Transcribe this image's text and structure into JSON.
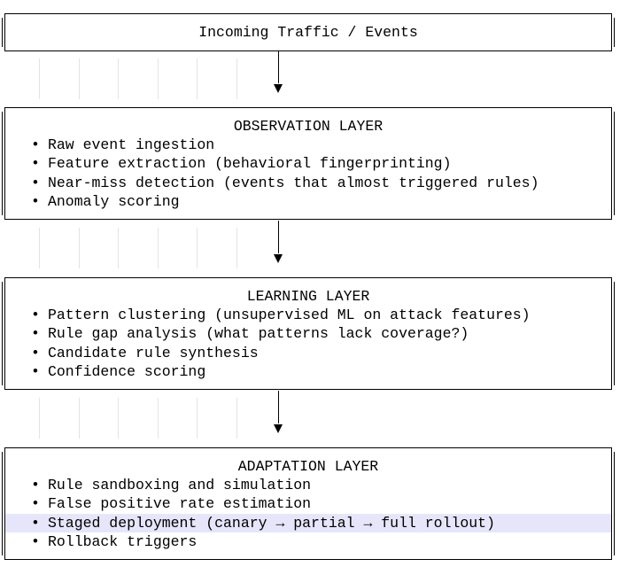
{
  "top": {
    "title": "Incoming Traffic / Events"
  },
  "layers": [
    {
      "title": "OBSERVATION LAYER",
      "items": [
        "Raw event ingestion",
        "Feature extraction (behavioral fingerprinting)",
        "Near-miss detection (events that almost triggered rules)",
        "Anomaly scoring"
      ]
    },
    {
      "title": "LEARNING LAYER",
      "items": [
        "Pattern clustering (unsupervised ML on attack features)",
        "Rule gap analysis (what patterns lack coverage?)",
        "Candidate rule synthesis",
        "Confidence scoring"
      ]
    },
    {
      "title": "ADAPTATION LAYER",
      "items": [
        "Rule sandboxing and simulation",
        "False positive rate estimation",
        "Staged deployment (canary → partial → full rollout)",
        "Rollback triggers"
      ]
    }
  ],
  "bullet_glyph": "•",
  "colors": {
    "highlight": "#e6e6fb",
    "border": "#000000",
    "guide": "#e3e3e3"
  }
}
